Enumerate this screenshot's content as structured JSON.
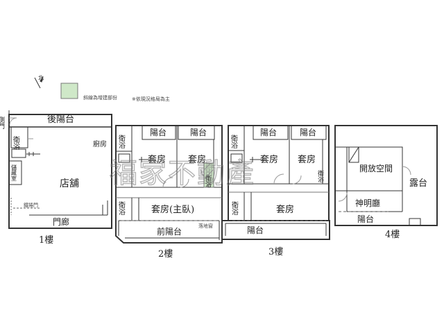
{
  "legend": {
    "north": "北",
    "hatch_note": "斜線為增建部份",
    "note": "※依現況格局為主",
    "hatch_color": "#cfe8c8"
  },
  "watermark": "福家不動產",
  "floors": {
    "f1": {
      "label": "1樓",
      "rooms": {
        "side_door": "側門",
        "rear_balcony": "後陽台",
        "bathroom": "衛浴",
        "kitchen": "廚房",
        "storage": "儲藏室",
        "shop": "店舖",
        "rolling_door": "鐵捲門",
        "porch": "門廊"
      }
    },
    "f2": {
      "label": "2樓",
      "rooms": {
        "bath_1": "衛浴",
        "balcony_1": "陽台",
        "balcony_2": "陽台",
        "suite_1": "套房",
        "suite_2": "套房",
        "bath_2": "衛浴",
        "bath_3": "衛浴",
        "master_suite": "套房(主臥)",
        "front_balcony": "前陽台",
        "window": "落地窗"
      }
    },
    "f3": {
      "label": "3樓",
      "rooms": {
        "bath_1": "衛浴",
        "balcony_1": "陽台",
        "balcony_2": "陽台",
        "suite_1": "套房",
        "suite_2": "套房",
        "bath_2": "衛浴",
        "bath_3": "衛浴",
        "suite_3": "套房",
        "balcony_3": "陽台"
      }
    },
    "f4": {
      "label": "4樓",
      "rooms": {
        "open_space": "開放空間",
        "terrace": "露台",
        "shrine": "神明廳",
        "balcony": "陽台"
      }
    }
  }
}
